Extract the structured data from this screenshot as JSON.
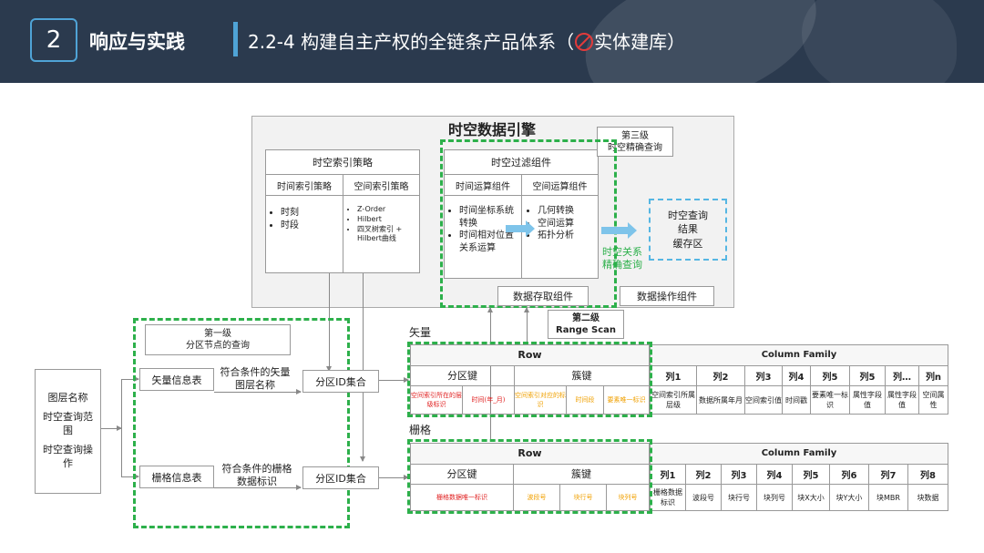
{
  "header": {
    "section_number": "2",
    "section_title": "响应与实践",
    "slide_title_pre": "2.2-4  构建自主产权的全链条产品体系（",
    "slide_title_post": "实体建库）",
    "colors": {
      "background": "#2b3a4e",
      "accent": "#4fa3d6"
    }
  },
  "engine": {
    "title": "时空数据引擎",
    "index_strategy": {
      "title": "时空索引策略",
      "time_title": "时间索引策略",
      "space_title": "空间索引策略",
      "time_items": [
        "时刻",
        "时段"
      ],
      "space_items": [
        "Z-Order",
        "Hilbert",
        "四叉树索引 + Hilbert曲线"
      ]
    },
    "filter": {
      "title": "时空过滤组件",
      "time_title": "时间运算组件",
      "space_title": "空间运算组件",
      "time_items": [
        "时间坐标系统转换",
        "时间相对位置关系运算"
      ],
      "space_items": [
        "几何转换",
        "空间运算",
        "拓扑分析"
      ]
    },
    "level3": [
      "第三级",
      "时空精确查询"
    ],
    "precise_label": [
      "时空关系",
      "精确查询"
    ],
    "cache": [
      "时空查询",
      "结果",
      "缓存区"
    ],
    "access_component": "数据存取组件",
    "ops_component": "数据操作组件"
  },
  "level2": [
    "第二级",
    "Range Scan"
  ],
  "level1": [
    "第一级",
    "分区节点的查询"
  ],
  "inputs": {
    "layer_name": "图层名称",
    "range": "时空查询范围",
    "operation": "时空查询操作"
  },
  "vector_info": "矢量信息表",
  "raster_info": "栅格信息表",
  "vector_match": "符合条件的矢量图层名称",
  "raster_match": "符合条件的栅格数据标识",
  "partition_set": "分区ID集合",
  "vector_table": {
    "label": "矢量",
    "row_header": "Row",
    "partition_key": "分区键",
    "cluster_key": "簇键",
    "row_cells": [
      "空间索引所在的层级标识",
      "时间(年_月)",
      "空间索引对应的标识",
      "时间段",
      "要素唯一标识"
    ],
    "cf_header": "Column Family",
    "columns": [
      "列1",
      "列2",
      "列3",
      "列4",
      "列5",
      "列5",
      "列…",
      "列n"
    ],
    "column_values": [
      "空间索引所属层级",
      "数据所属年月",
      "空间索引值",
      "时间戳",
      "要素唯一标识",
      "属性字段值",
      "属性字段值",
      "空间属性"
    ]
  },
  "raster_table": {
    "label": "栅格",
    "row_header": "Row",
    "partition_key": "分区键",
    "cluster_key": "簇键",
    "row_cells": [
      "栅格数据唯一标识",
      "波段号",
      "块行号",
      "块列号"
    ],
    "cf_header": "Column Family",
    "columns": [
      "列1",
      "列2",
      "列3",
      "列4",
      "列5",
      "列6",
      "列7",
      "列8"
    ],
    "column_values": [
      "栅格数据标识",
      "波段号",
      "块行号",
      "块列号",
      "块X大小",
      "块Y大小",
      "块MBR",
      "块数据"
    ]
  }
}
